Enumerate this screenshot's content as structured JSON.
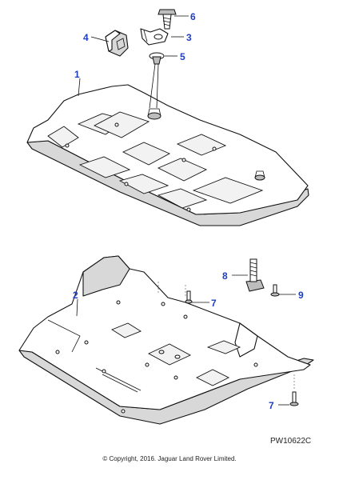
{
  "callouts": {
    "c1": "1",
    "c2": "2",
    "c3": "3",
    "c4": "4",
    "c5": "5",
    "c6": "6",
    "c7a": "7",
    "c7b": "7",
    "c8": "8",
    "c9": "9"
  },
  "figure_ref": "PW10622C",
  "copyright": "© Copyright, 2016. Jaguar Land Rover Limited.",
  "colors": {
    "callout": "#1f3fbf",
    "line": "#111111"
  }
}
